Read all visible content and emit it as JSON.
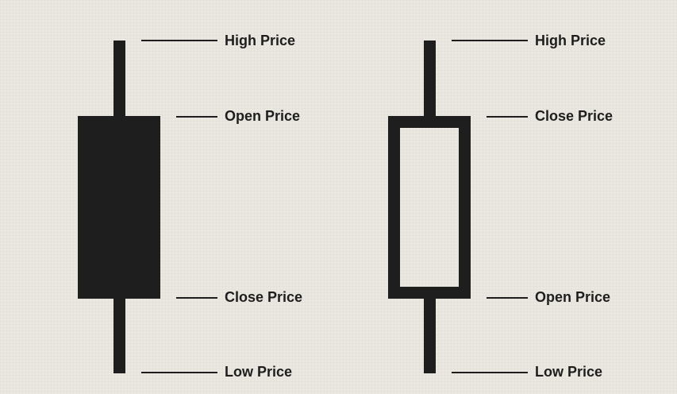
{
  "colors": {
    "background": "#ebe8e1",
    "ink": "#1e1e1e"
  },
  "candles": [
    {
      "style": "filled",
      "labels": {
        "top": "High Price",
        "body_top": "Open Price",
        "body_bottom": "Close Price",
        "bottom": "Low Price"
      }
    },
    {
      "style": "hollow",
      "labels": {
        "top": "High Price",
        "body_top": "Close Price",
        "body_bottom": "Open Price",
        "bottom": "Low Price"
      }
    }
  ]
}
